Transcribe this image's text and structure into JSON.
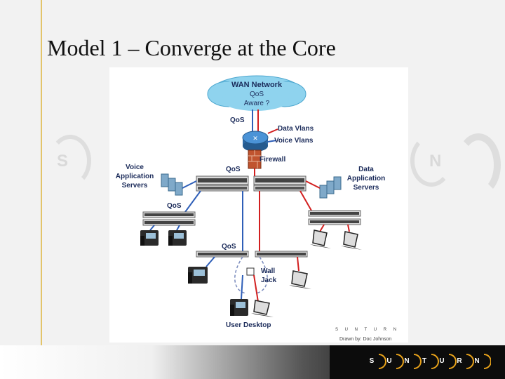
{
  "slide": {
    "title": "Model 1 – Converge at the Core"
  },
  "diagram": {
    "wan_cloud": {
      "line1": "WAN Network",
      "line2": "QoS",
      "line3": "Aware ?"
    },
    "router_qos": "QoS",
    "legend": {
      "data": "Data Vlans",
      "voice": "Voice Vlans"
    },
    "firewall": "Firewall",
    "core_qos": "QoS",
    "voice_servers": {
      "line1": "Voice",
      "line2": "Application",
      "line3": "Servers"
    },
    "data_servers": {
      "line1": "Data",
      "line2": "Application",
      "line3": "Servers"
    },
    "dist_qos": "QoS",
    "access_qos": "QoS",
    "wall_jack": {
      "line1": "Wall",
      "line2": "Jack"
    },
    "user_desktop": "User Desktop",
    "credit": "Drawn by: Doc Johnson",
    "mini_logo": "S U N T U R N",
    "colors": {
      "data_link": "#d21f1f",
      "voice_link": "#2f5fb8",
      "dashed": "#7a8bbd"
    }
  },
  "brand": {
    "letters": [
      "S",
      "U",
      "N",
      "T",
      "U",
      "R",
      "N"
    ],
    "accent": "#e8a21a",
    "watermark_left": "S",
    "watermark_right": "N"
  }
}
